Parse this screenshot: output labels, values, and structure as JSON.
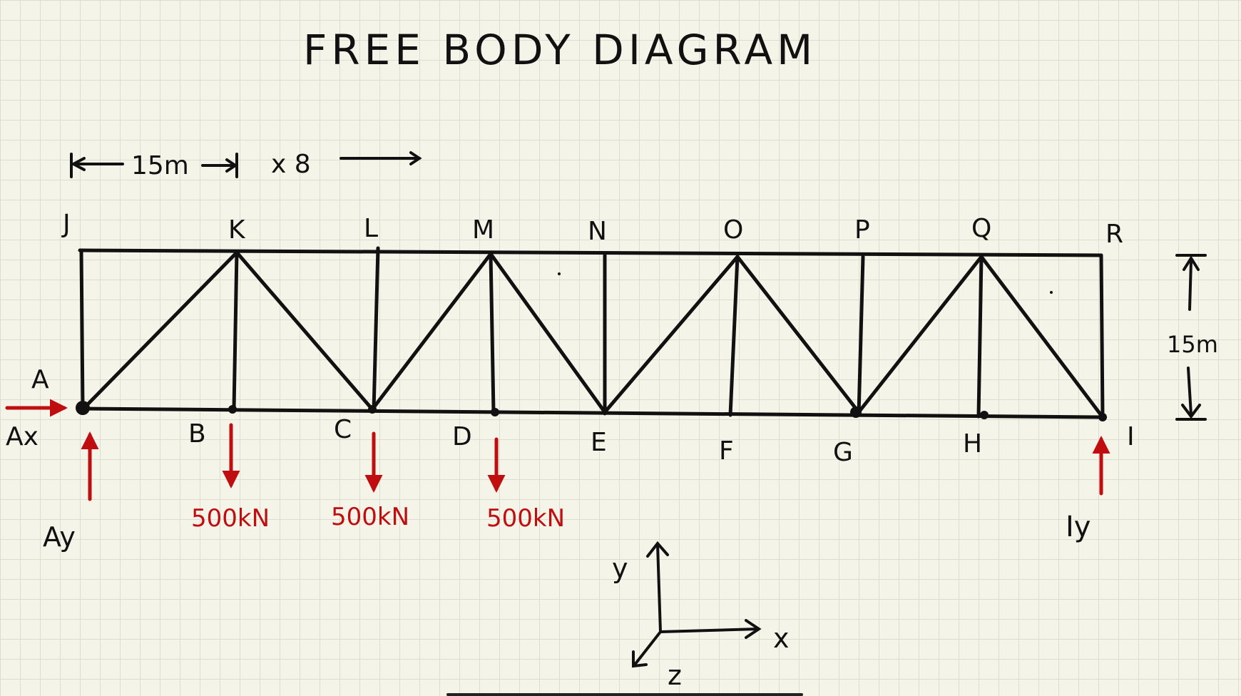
{
  "title": "FREE BODY DIAGRAM",
  "spacing": {
    "panel": "15m",
    "count": "x 8"
  },
  "height_dim": "15m",
  "nodes": {
    "top": [
      "J",
      "K",
      "L",
      "M",
      "N",
      "O",
      "P",
      "Q",
      "R"
    ],
    "bottom": [
      "A",
      "B",
      "C",
      "D",
      "E",
      "F",
      "G",
      "H",
      "I"
    ]
  },
  "reactions": {
    "ax": "Ax",
    "ay": "Ay",
    "iy": "Iy"
  },
  "loads": [
    {
      "node": "B",
      "label": "500kN"
    },
    {
      "node": "C",
      "label": "500kN"
    },
    {
      "node": "D",
      "label": "500kN"
    }
  ],
  "axes": {
    "x": "x",
    "y": "y",
    "z": "z"
  },
  "colors": {
    "ink": "#111111",
    "force": "#c00d10",
    "paper": "#f5f4e8"
  }
}
